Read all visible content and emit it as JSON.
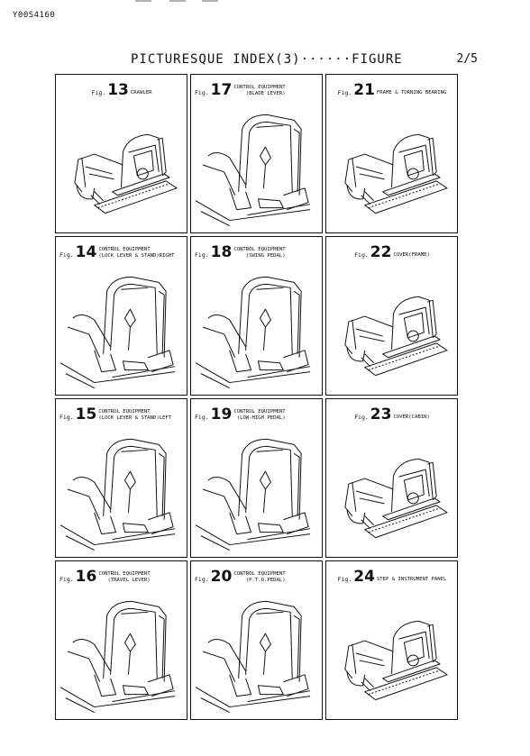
{
  "document": {
    "id": "Y00S4160",
    "title": "PICTURESQUE INDEX(3)······FIGURE",
    "page": "2/5"
  },
  "figures": [
    {
      "fig": "Fig.",
      "num": "13",
      "line1": "CRAWLER",
      "line2": "",
      "view": "machine"
    },
    {
      "fig": "Fig.",
      "num": "17",
      "line1": "CONTROL EQUIPMENT",
      "line2": "(BLADE LEVER)",
      "view": "cab"
    },
    {
      "fig": "Fig.",
      "num": "21",
      "line1": "FRAME & TURNING BEARING",
      "line2": "",
      "view": "machine"
    },
    {
      "fig": "Fig.",
      "num": "14",
      "line1": "CONTROL EQUIPMENT",
      "line2": "(LOCK LEVER & STAND)RIGHT",
      "view": "cab"
    },
    {
      "fig": "Fig.",
      "num": "18",
      "line1": "CONTROL EQUIPMENT",
      "line2": "(SWING PEDAL)",
      "view": "cab"
    },
    {
      "fig": "Fig.",
      "num": "22",
      "line1": "COVER(FRAME)",
      "line2": "",
      "view": "machine"
    },
    {
      "fig": "Fig.",
      "num": "15",
      "line1": "CONTROL EQUIPMENT",
      "line2": "(LOCK LEVER & STAND)LEFT",
      "view": "cab"
    },
    {
      "fig": "Fig.",
      "num": "19",
      "line1": "CONTROL EQUIPMENT",
      "line2": "(LOW-HIGH PEDAL)",
      "view": "cab"
    },
    {
      "fig": "Fig.",
      "num": "23",
      "line1": "COVER(CABIN)",
      "line2": "",
      "view": "machine"
    },
    {
      "fig": "Fig.",
      "num": "16",
      "line1": "CONTROL EQUIPMENT",
      "line2": "(TRAVEL LEVER)",
      "view": "cab"
    },
    {
      "fig": "Fig.",
      "num": "20",
      "line1": "CONTROL EQUIPMENT",
      "line2": "(P.T.O.PEDAL)",
      "view": "cab"
    },
    {
      "fig": "Fig.",
      "num": "24",
      "line1": "STEP & INSTRUMENT PANEL",
      "line2": "",
      "view": "machine"
    }
  ]
}
